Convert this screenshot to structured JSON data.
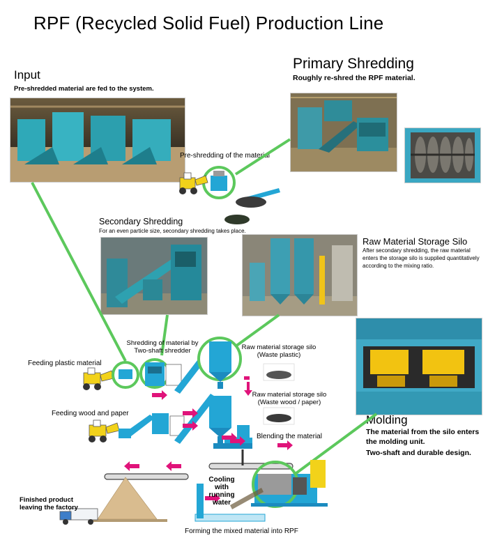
{
  "title": "RPF (Recycled Solid Fuel) Production Line",
  "input": {
    "heading": "Input",
    "desc": "Pre-shredded material are fed to the system."
  },
  "primary": {
    "heading": "Primary Shredding",
    "desc": "Roughly re-shred the RPF material."
  },
  "pre_shredding_label": "Pre-shredding of the material",
  "secondary": {
    "heading": "Secondary Shredding",
    "desc": "For an even particle size, secondary shredding takes place."
  },
  "silo": {
    "heading": "Raw Material Storage Silo",
    "desc": "After secondary shredding, the raw material enters the storage silo is supplied quantitatively according to the mixing ratio."
  },
  "molding": {
    "heading": "Molding",
    "desc_lines": [
      "The material from the silo enters",
      "the molding unit.",
      "Two-shaft and durable design."
    ]
  },
  "labels": {
    "shredding_two_shaft": "Shredding of material by Two-shaft shredder",
    "feeding_plastic": "Feeding plastic material",
    "feeding_wood": "Feeding wood and paper",
    "silo_plastic": "Raw material storage silo (Waste plastic)",
    "silo_wood": "Raw material storage silo (Waste wood / paper)",
    "blending": "Blending the material",
    "cooling": "Cooling with running water",
    "finished": "Finished product leaving the factory",
    "forming": "Forming the mixed material into RPF"
  },
  "colors": {
    "accent_green": "#5cc85c",
    "machine_cyan": "#23a6d5",
    "arrow_magenta": "#e0137a",
    "ground_tan": "#d9bc8f"
  },
  "icons": {
    "loader": "front-loader-icon",
    "silo": "silo-icon",
    "conveyor": "conveyor-belt-icon",
    "truck": "truck-icon",
    "molding_machine": "molding-machine-icon"
  }
}
